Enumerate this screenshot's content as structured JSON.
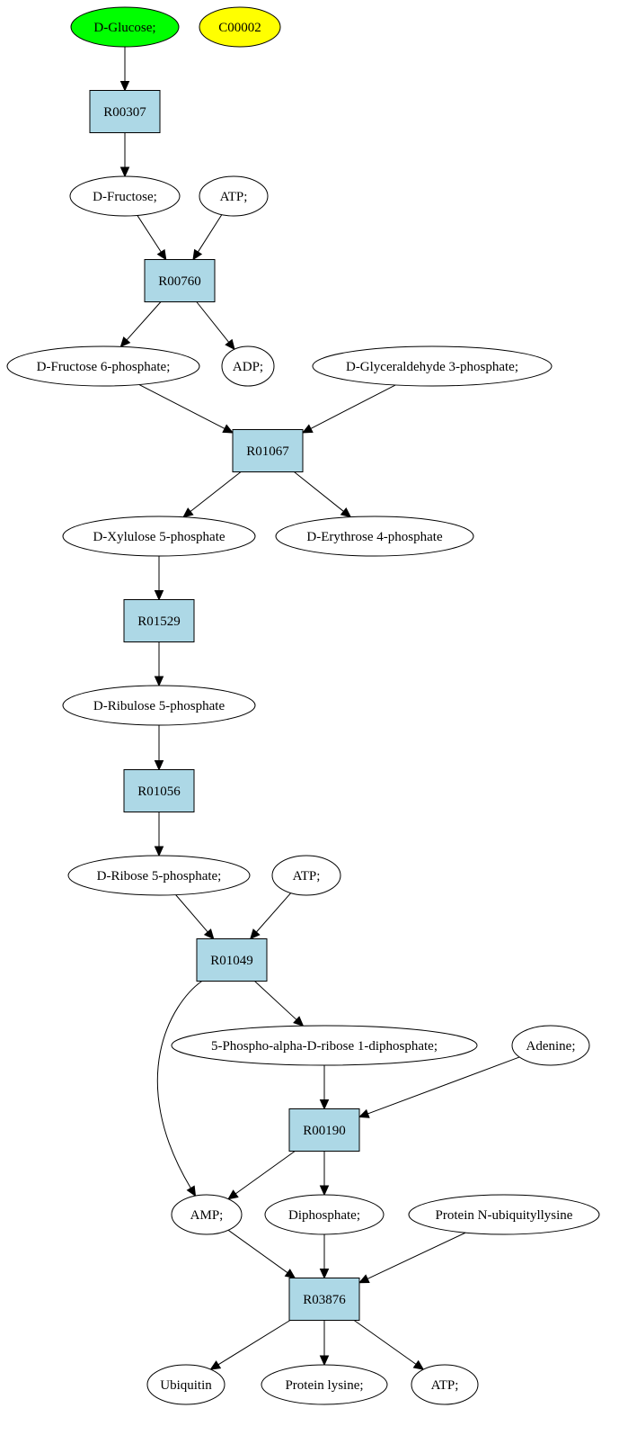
{
  "colors": {
    "start": "#00ff00",
    "query": "#ffff00",
    "compound": "#ffffff",
    "reaction": "#add8e6",
    "stroke": "#000000"
  },
  "nodes": [
    {
      "id": "glucose",
      "kind": "compound",
      "label": "D-Glucose;",
      "fill": "start"
    },
    {
      "id": "c00002",
      "kind": "compound",
      "label": "C00002",
      "fill": "query"
    },
    {
      "id": "r00307",
      "kind": "reaction",
      "label": "R00307"
    },
    {
      "id": "fructose",
      "kind": "compound",
      "label": "D-Fructose;"
    },
    {
      "id": "atp1",
      "kind": "compound",
      "label": "ATP;"
    },
    {
      "id": "r00760",
      "kind": "reaction",
      "label": "R00760"
    },
    {
      "id": "f6p",
      "kind": "compound",
      "label": "D-Fructose 6-phosphate;"
    },
    {
      "id": "adp",
      "kind": "compound",
      "label": "ADP;"
    },
    {
      "id": "g3p",
      "kind": "compound",
      "label": "D-Glyceraldehyde 3-phosphate;"
    },
    {
      "id": "r01067",
      "kind": "reaction",
      "label": "R01067"
    },
    {
      "id": "xylulose",
      "kind": "compound",
      "label": "D-Xylulose 5-phosphate"
    },
    {
      "id": "erythrose",
      "kind": "compound",
      "label": "D-Erythrose 4-phosphate"
    },
    {
      "id": "r01529",
      "kind": "reaction",
      "label": "R01529"
    },
    {
      "id": "ribulose",
      "kind": "compound",
      "label": "D-Ribulose 5-phosphate"
    },
    {
      "id": "r01056",
      "kind": "reaction",
      "label": "R01056"
    },
    {
      "id": "ribose5p",
      "kind": "compound",
      "label": "D-Ribose 5-phosphate;"
    },
    {
      "id": "atp2",
      "kind": "compound",
      "label": "ATP;"
    },
    {
      "id": "r01049",
      "kind": "reaction",
      "label": "R01049"
    },
    {
      "id": "prpp",
      "kind": "compound",
      "label": "5-Phospho-alpha-D-ribose 1-diphosphate;"
    },
    {
      "id": "adenine",
      "kind": "compound",
      "label": "Adenine;"
    },
    {
      "id": "r00190",
      "kind": "reaction",
      "label": "R00190"
    },
    {
      "id": "amp",
      "kind": "compound",
      "label": "AMP;"
    },
    {
      "id": "diphosphate",
      "kind": "compound",
      "label": "Diphosphate;"
    },
    {
      "id": "protubq",
      "kind": "compound",
      "label": "Protein N-ubiquityllysine"
    },
    {
      "id": "r03876",
      "kind": "reaction",
      "label": "R03876"
    },
    {
      "id": "ubiquitin",
      "kind": "compound",
      "label": "Ubiquitin"
    },
    {
      "id": "protlys",
      "kind": "compound",
      "label": "Protein lysine;"
    },
    {
      "id": "atp3",
      "kind": "compound",
      "label": "ATP;"
    }
  ],
  "edges": [
    {
      "from": "glucose",
      "to": "r00307"
    },
    {
      "from": "r00307",
      "to": "fructose"
    },
    {
      "from": "fructose",
      "to": "r00760"
    },
    {
      "from": "atp1",
      "to": "r00760"
    },
    {
      "from": "r00760",
      "to": "f6p"
    },
    {
      "from": "r00760",
      "to": "adp"
    },
    {
      "from": "f6p",
      "to": "r01067"
    },
    {
      "from": "g3p",
      "to": "r01067"
    },
    {
      "from": "r01067",
      "to": "xylulose"
    },
    {
      "from": "r01067",
      "to": "erythrose"
    },
    {
      "from": "xylulose",
      "to": "r01529"
    },
    {
      "from": "r01529",
      "to": "ribulose"
    },
    {
      "from": "ribulose",
      "to": "r01056"
    },
    {
      "from": "r01056",
      "to": "ribose5p"
    },
    {
      "from": "ribose5p",
      "to": "r01049"
    },
    {
      "from": "atp2",
      "to": "r01049"
    },
    {
      "from": "r01049",
      "to": "prpp"
    },
    {
      "from": "r01049",
      "to": "amp"
    },
    {
      "from": "prpp",
      "to": "r00190"
    },
    {
      "from": "adenine",
      "to": "r00190"
    },
    {
      "from": "r00190",
      "to": "amp"
    },
    {
      "from": "r00190",
      "to": "diphosphate"
    },
    {
      "from": "amp",
      "to": "r03876"
    },
    {
      "from": "diphosphate",
      "to": "r03876"
    },
    {
      "from": "protubq",
      "to": "r03876"
    },
    {
      "from": "r03876",
      "to": "ubiquitin"
    },
    {
      "from": "r03876",
      "to": "protlys"
    },
    {
      "from": "r03876",
      "to": "atp3"
    }
  ]
}
